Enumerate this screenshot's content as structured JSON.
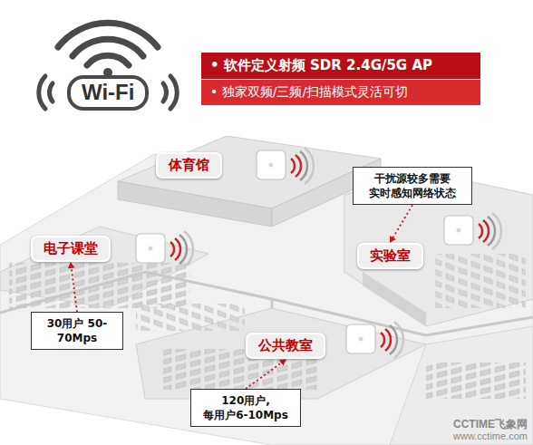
{
  "diagram": {
    "nodes": [
      {
        "text": [
          "Wi-Fi"
        ]
      },
      {
        "text": [
          "• 软件定义射频 SDR 2.4G/5G AP",
          "• 独家双频/三频/扫描模式灵活可切"
        ]
      },
      {
        "text": [
          "体育馆"
        ]
      },
      {
        "text": [
          "干扰源较多需要 实时感知网络状态"
        ]
      },
      {
        "text": [
          "电子课堂"
        ]
      },
      {
        "text": [
          "实验室"
        ]
      },
      {
        "text": [
          "30用户 50-70Mps"
        ]
      },
      {
        "text": [
          "公共教室"
        ]
      },
      {
        "text": [
          "120用户, 每用户6-10Mps"
        ]
      }
    ],
    "edges": [
      {
        "from": 3,
        "to": 5,
        "arrow": "to"
      },
      {
        "from": 6,
        "to": 4,
        "arrow": "to"
      },
      {
        "from": 8,
        "to": 7,
        "arrow": "to"
      }
    ],
    "labels": [
      "CCTIME飞象网",
      "www.cctime.com"
    ]
  }
}
